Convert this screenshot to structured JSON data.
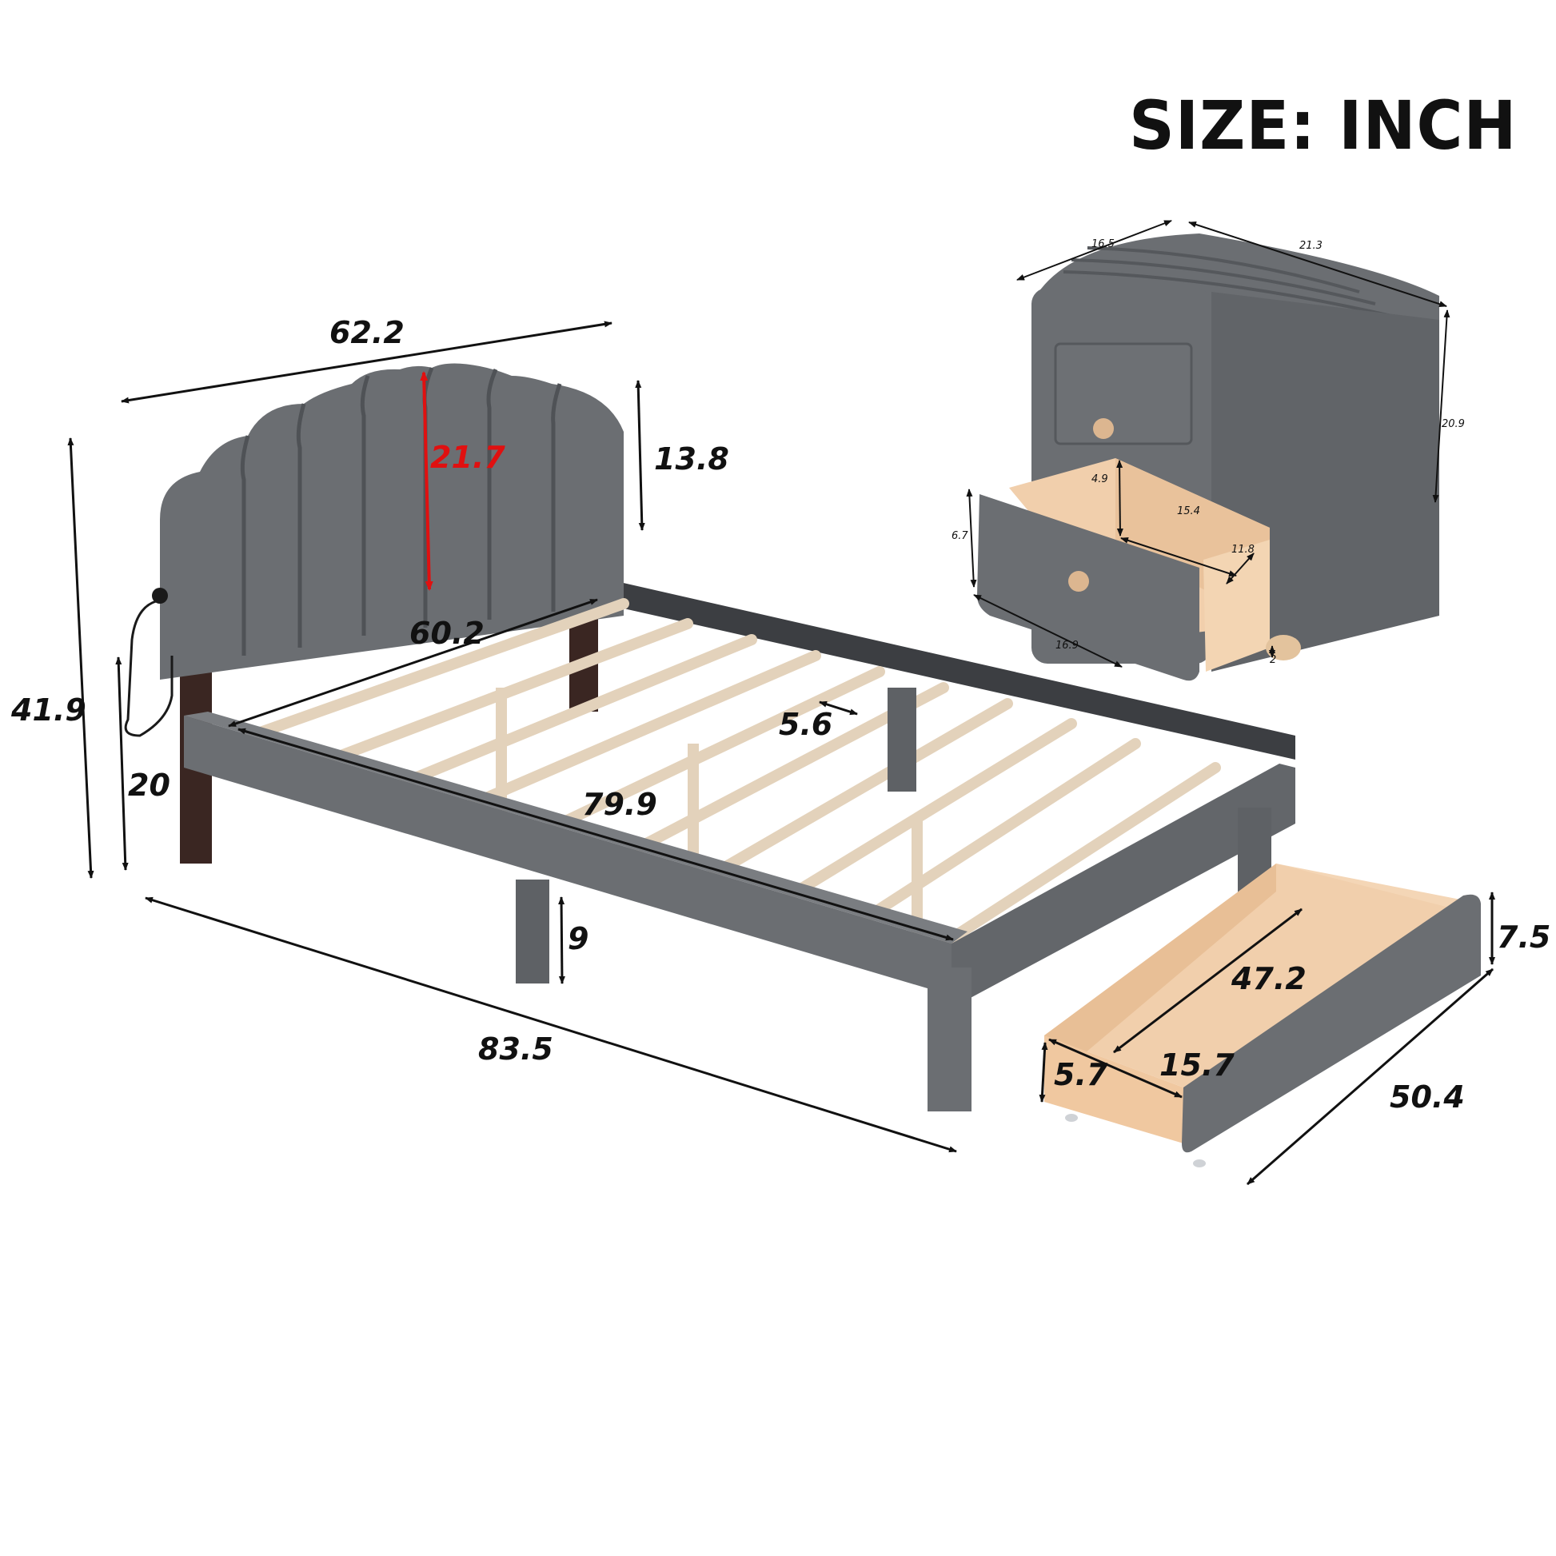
{
  "title": "SIZE: INCH",
  "colors": {
    "fabric": "#6b6e72",
    "fabric_dark": "#55585c",
    "wood_slat": "#e3d2bb",
    "wood_leg": "#3a2622",
    "drawer_wood": "#f1cfac",
    "highlight_dimension": "#e01010",
    "dimension_line": "#111111"
  },
  "bed": {
    "headboard_width": "62.2",
    "headboard_height_total": "21.7",
    "headboard_panel_height": "13.8",
    "overall_height": "41.9",
    "floor_to_headboard_bottom": "20",
    "interior_width": "60.2",
    "interior_length": "79.9",
    "slat_gap": "5.6",
    "leg_height": "9",
    "overall_length": "83.5"
  },
  "nightstand": {
    "depth": "16.5",
    "width": "21.3",
    "height": "20.9",
    "drawer_front_height": "6.7",
    "drawer_inner_height": "4.9",
    "drawer_inner_width": "15.4",
    "drawer_inner_depth": "11.8",
    "drawer_front_width": "16.9",
    "foot_height": "2"
  },
  "underbed_drawer": {
    "front_height": "7.5",
    "inner_length": "47.2",
    "inner_width": "15.7",
    "inner_height": "5.7",
    "overall_length": "50.4"
  }
}
